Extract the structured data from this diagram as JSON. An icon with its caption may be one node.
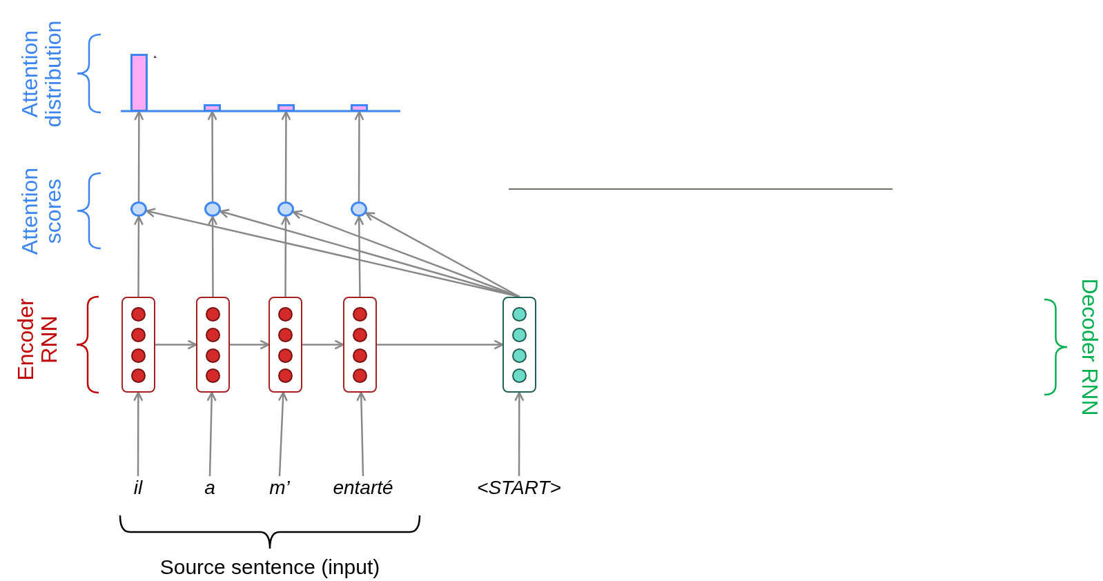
{
  "diagram": {
    "nodes": [
      {
        "text": [],
        "shape": "box"
      },
      {
        "text": [],
        "shape": "box"
      },
      {
        "text": [],
        "shape": "box"
      },
      {
        "text": [],
        "shape": "box"
      },
      {
        "text": [],
        "shape": "box"
      },
      {
        "text": [],
        "shape": "circle"
      },
      {
        "text": [],
        "shape": "circle"
      },
      {
        "text": [],
        "shape": "circle"
      },
      {
        "text": [],
        "shape": "circle"
      },
      {
        "text": [],
        "shape": "bar"
      },
      {
        "text": [],
        "shape": "bar"
      },
      {
        "text": [],
        "shape": "bar"
      },
      {
        "text": [],
        "shape": "bar"
      },
      {
        "text": [
          "il"
        ]
      },
      {
        "text": [
          "a"
        ]
      },
      {
        "text": [
          "m’"
        ]
      },
      {
        "text": [
          "entarté"
        ]
      },
      {
        "text": [
          "<START>"
        ]
      }
    ],
    "edges": [
      {
        "from": 13,
        "to": 0,
        "arrow": "to"
      },
      {
        "from": 14,
        "to": 1,
        "arrow": "to"
      },
      {
        "from": 15,
        "to": 2,
        "arrow": "to"
      },
      {
        "from": 16,
        "to": 3,
        "arrow": "to"
      },
      {
        "from": 17,
        "to": 4,
        "arrow": "to"
      },
      {
        "from": 0,
        "to": 1,
        "arrow": "to"
      },
      {
        "from": 1,
        "to": 2,
        "arrow": "to"
      },
      {
        "from": 2,
        "to": 3,
        "arrow": "to"
      },
      {
        "from": 3,
        "to": 4,
        "arrow": "to"
      },
      {
        "from": 0,
        "to": 5,
        "arrow": "to"
      },
      {
        "from": 1,
        "to": 6,
        "arrow": "to"
      },
      {
        "from": 2,
        "to": 7,
        "arrow": "to"
      },
      {
        "from": 3,
        "to": 8,
        "arrow": "to"
      },
      {
        "from": 4,
        "to": 5,
        "arrow": "to"
      },
      {
        "from": 4,
        "to": 6,
        "arrow": "to"
      },
      {
        "from": 4,
        "to": 7,
        "arrow": "to"
      },
      {
        "from": 4,
        "to": 8,
        "arrow": "to"
      },
      {
        "from": 5,
        "to": 9,
        "arrow": "to"
      },
      {
        "from": 6,
        "to": 10,
        "arrow": "to"
      },
      {
        "from": 7,
        "to": 11,
        "arrow": "to"
      },
      {
        "from": 8,
        "to": 12,
        "arrow": "to"
      }
    ],
    "labels": [
      "Attention distribution",
      "Attention scores",
      "Encoder RNN",
      "Decoder RNN",
      "Source sentence (input)"
    ]
  }
}
